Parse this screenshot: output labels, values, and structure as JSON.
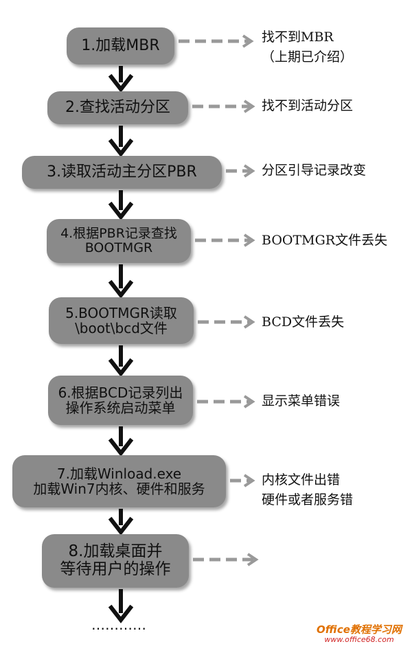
{
  "steps": [
    {
      "lines": [
        "1.加载MBR"
      ]
    },
    {
      "lines": [
        "2.查找活动分区"
      ]
    },
    {
      "lines": [
        "3.读取活动主分区PBR"
      ]
    },
    {
      "lines": [
        "4.根据PBR记录查找",
        "BOOTMGR"
      ]
    },
    {
      "lines": [
        "5.BOOTMGR读取",
        "\\boot\\bcd文件"
      ]
    },
    {
      "lines": [
        "6.根据BCD记录列出",
        "操作系统启动菜单"
      ]
    },
    {
      "lines": [
        "7.加载Winload.exe",
        "加载Win7内核、硬件和服务"
      ]
    },
    {
      "lines": [
        "8.加载桌面并",
        "等待用户的操作"
      ]
    }
  ],
  "errors": [
    {
      "lines": [
        "找不到MBR",
        "（上期已介绍）"
      ]
    },
    {
      "lines": [
        "找不到活动分区"
      ]
    },
    {
      "lines": [
        "分区引导记录改变"
      ]
    },
    {
      "lines": [
        "BOOTMGR文件丢失"
      ]
    },
    {
      "lines": [
        "BCD文件丢失"
      ]
    },
    {
      "lines": [
        "显示菜单错误"
      ]
    },
    {
      "lines": [
        "内核文件出错",
        "硬件或者服务错"
      ]
    },
    {
      "lines": []
    }
  ],
  "continuation": "…………",
  "watermark": {
    "title": "Office教程学习网",
    "url": "www.office68.com"
  },
  "colors": {
    "box": "#8a8a8a",
    "arrow": "#111111",
    "dash": "#999999"
  }
}
